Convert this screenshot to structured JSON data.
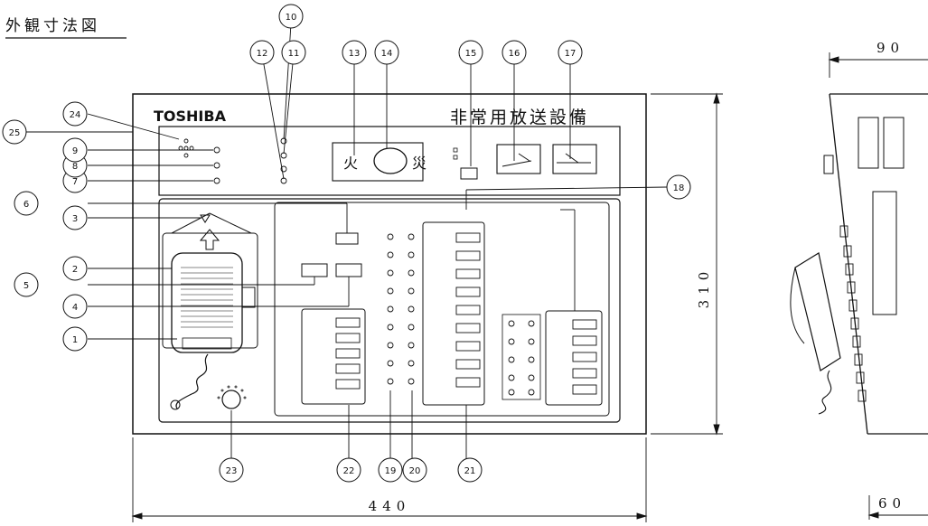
{
  "title": "外観寸法図",
  "brand": "TOSHIBA",
  "panel_title": "非常用放送設備",
  "fire_left": "火",
  "fire_right": "災",
  "dims": {
    "width": "440",
    "height": "310",
    "depth_top": "90",
    "depth_bottom": "60"
  },
  "callouts": [
    "1",
    "2",
    "3",
    "4",
    "5",
    "6",
    "7",
    "8",
    "9",
    "10",
    "11",
    "12",
    "13",
    "14",
    "15",
    "16",
    "17",
    "18",
    "19",
    "20",
    "21",
    "22",
    "23",
    "24",
    "25"
  ]
}
